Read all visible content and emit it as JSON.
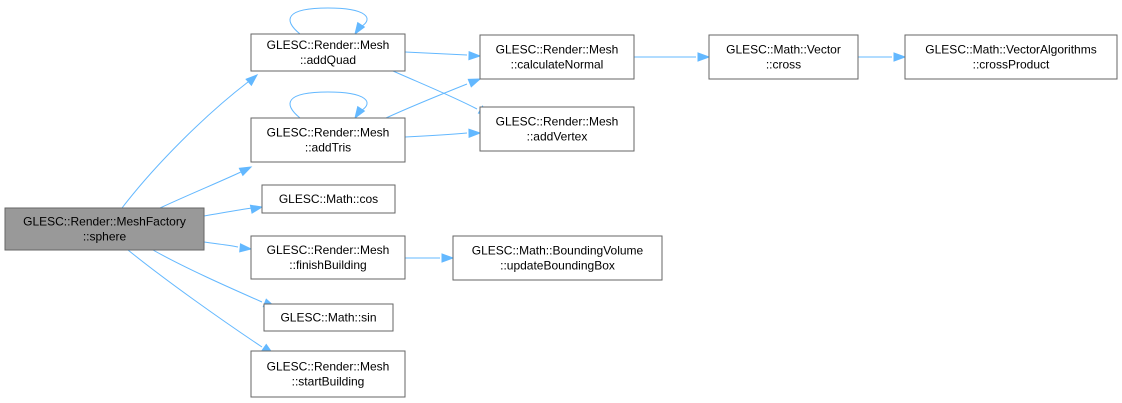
{
  "nodes": [
    {
      "id": "sphere",
      "lines": [
        "GLESC::Render::MeshFactory",
        "::sphere"
      ],
      "root": true
    },
    {
      "id": "addQuad",
      "lines": [
        "GLESC::Render::Mesh",
        "::addQuad"
      ]
    },
    {
      "id": "addTris",
      "lines": [
        "GLESC::Render::Mesh",
        "::addTris"
      ]
    },
    {
      "id": "cos",
      "lines": [
        "GLESC::Math::cos"
      ]
    },
    {
      "id": "finishBuilding",
      "lines": [
        "GLESC::Render::Mesh",
        "::finishBuilding"
      ]
    },
    {
      "id": "sin",
      "lines": [
        "GLESC::Math::sin"
      ]
    },
    {
      "id": "startBuilding",
      "lines": [
        "GLESC::Render::Mesh",
        "::startBuilding"
      ]
    },
    {
      "id": "calculateNormal",
      "lines": [
        "GLESC::Render::Mesh",
        "::calculateNormal"
      ]
    },
    {
      "id": "addVertex",
      "lines": [
        "GLESC::Render::Mesh",
        "::addVertex"
      ]
    },
    {
      "id": "updateBoundingBox",
      "lines": [
        "GLESC::Math::BoundingVolume",
        "::updateBoundingBox"
      ]
    },
    {
      "id": "cross",
      "lines": [
        "GLESC::Math::Vector",
        "::cross"
      ]
    },
    {
      "id": "crossProduct",
      "lines": [
        "GLESC::Math::VectorAlgorithms",
        "::crossProduct"
      ]
    }
  ],
  "edges": [
    {
      "from": "sphere",
      "to": "addQuad"
    },
    {
      "from": "sphere",
      "to": "addTris"
    },
    {
      "from": "sphere",
      "to": "cos"
    },
    {
      "from": "sphere",
      "to": "finishBuilding"
    },
    {
      "from": "sphere",
      "to": "sin"
    },
    {
      "from": "sphere",
      "to": "startBuilding"
    },
    {
      "from": "addQuad",
      "to": "addQuad"
    },
    {
      "from": "addQuad",
      "to": "calculateNormal"
    },
    {
      "from": "addQuad",
      "to": "addVertex"
    },
    {
      "from": "addTris",
      "to": "addTris"
    },
    {
      "from": "addTris",
      "to": "calculateNormal"
    },
    {
      "from": "addTris",
      "to": "addVertex"
    },
    {
      "from": "calculateNormal",
      "to": "cross"
    },
    {
      "from": "cross",
      "to": "crossProduct"
    },
    {
      "from": "finishBuilding",
      "to": "updateBoundingBox"
    }
  ],
  "colors": {
    "edge": "#63b8ff",
    "node_border": "#666666",
    "root_fill": "#999999",
    "node_fill": "#ffffff"
  }
}
